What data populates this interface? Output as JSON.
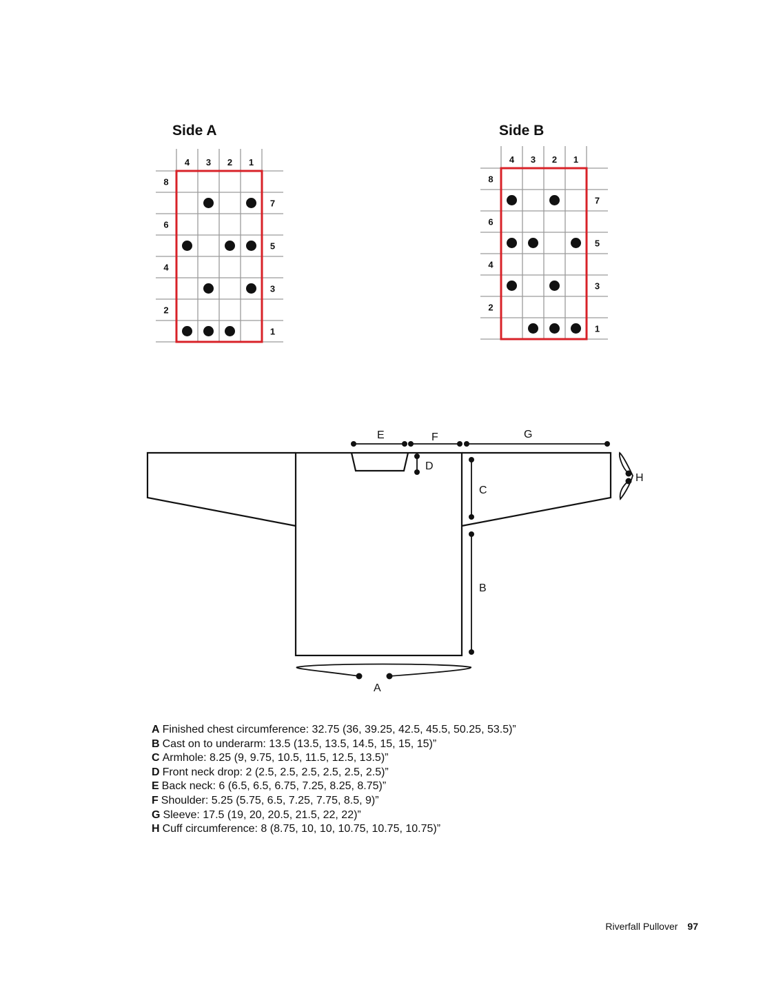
{
  "charts": [
    {
      "title": "Side A",
      "col_labels": [
        "4",
        "3",
        "2",
        "1"
      ],
      "row_labels": [
        "8",
        "7",
        "6",
        "5",
        "4",
        "3",
        "2",
        "1"
      ],
      "rows": [
        [
          0,
          0,
          0,
          0
        ],
        [
          0,
          1,
          0,
          1
        ],
        [
          0,
          0,
          0,
          0
        ],
        [
          1,
          0,
          1,
          1
        ],
        [
          0,
          0,
          0,
          0
        ],
        [
          0,
          1,
          0,
          1
        ],
        [
          0,
          0,
          0,
          0
        ],
        [
          1,
          1,
          1,
          0
        ]
      ]
    },
    {
      "title": "Side B",
      "col_labels": [
        "4",
        "3",
        "2",
        "1"
      ],
      "row_labels": [
        "8",
        "7",
        "6",
        "5",
        "4",
        "3",
        "2",
        "1"
      ],
      "rows": [
        [
          0,
          0,
          0,
          0
        ],
        [
          1,
          0,
          1,
          0
        ],
        [
          0,
          0,
          0,
          0
        ],
        [
          1,
          1,
          0,
          1
        ],
        [
          0,
          0,
          0,
          0
        ],
        [
          1,
          0,
          1,
          0
        ],
        [
          0,
          0,
          0,
          0
        ],
        [
          0,
          1,
          1,
          1
        ]
      ]
    }
  ],
  "colors": {
    "repeat_outline": "#d82228",
    "grid_line": "#9a9a9a",
    "ink": "#111111"
  },
  "schematic": {
    "labels": {
      "A": "A",
      "B": "B",
      "C": "C",
      "D": "D",
      "E": "E",
      "F": "F",
      "G": "G",
      "H": "H"
    }
  },
  "measurements": [
    {
      "key": "A",
      "text": "Finished chest circumference: 32.75 (36, 39.25, 42.5, 45.5, 50.25, 53.5)”"
    },
    {
      "key": "B",
      "text": "Cast on to underarm: 13.5 (13.5, 13.5, 14.5, 15, 15, 15)”"
    },
    {
      "key": "C",
      "text": "Armhole: 8.25 (9, 9.75, 10.5, 11.5, 12.5, 13.5)”"
    },
    {
      "key": "D",
      "text": "Front neck drop: 2 (2.5, 2.5, 2.5, 2.5, 2.5, 2.5)”"
    },
    {
      "key": "E",
      "text": "Back neck: 6 (6.5, 6.5, 6.75, 7.25, 8.25, 8.75)”"
    },
    {
      "key": "F",
      "text": "Shoulder: 5.25 (5.75, 6.5, 7.25, 7.75, 8.5, 9)”"
    },
    {
      "key": "G",
      "text": "Sleeve: 17.5 (19, 20, 20.5, 21.5, 22, 22)”"
    },
    {
      "key": "H",
      "text": "Cuff circumference: 8 (8.75, 10, 10, 10.75, 10.75, 10.75)”"
    }
  ],
  "footer": {
    "pattern_name": "Riverfall Pullover",
    "page_number": "97"
  }
}
